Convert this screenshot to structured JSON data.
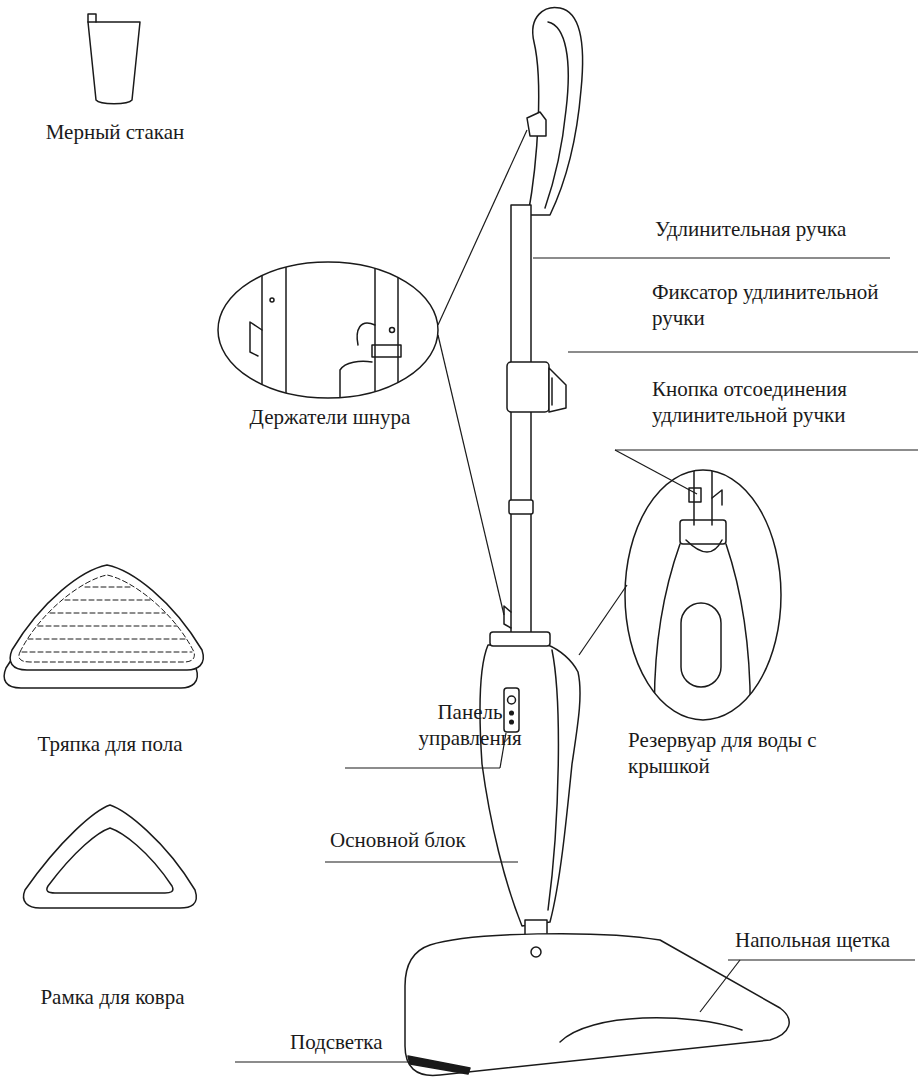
{
  "diagram": {
    "labels": [
      "Мерный стакан",
      "Удлинительная ручка",
      "Фиксатор удлинительной ручки",
      "Держатели шнура",
      "Кнопка отсоединения удлинительной ручки",
      "Панель управления",
      "Резервуар для воды с крышкой",
      "Тряпка для пола",
      "Основной блок",
      "Напольная щетка",
      "Рамка для ковра",
      "Подсветка"
    ]
  }
}
